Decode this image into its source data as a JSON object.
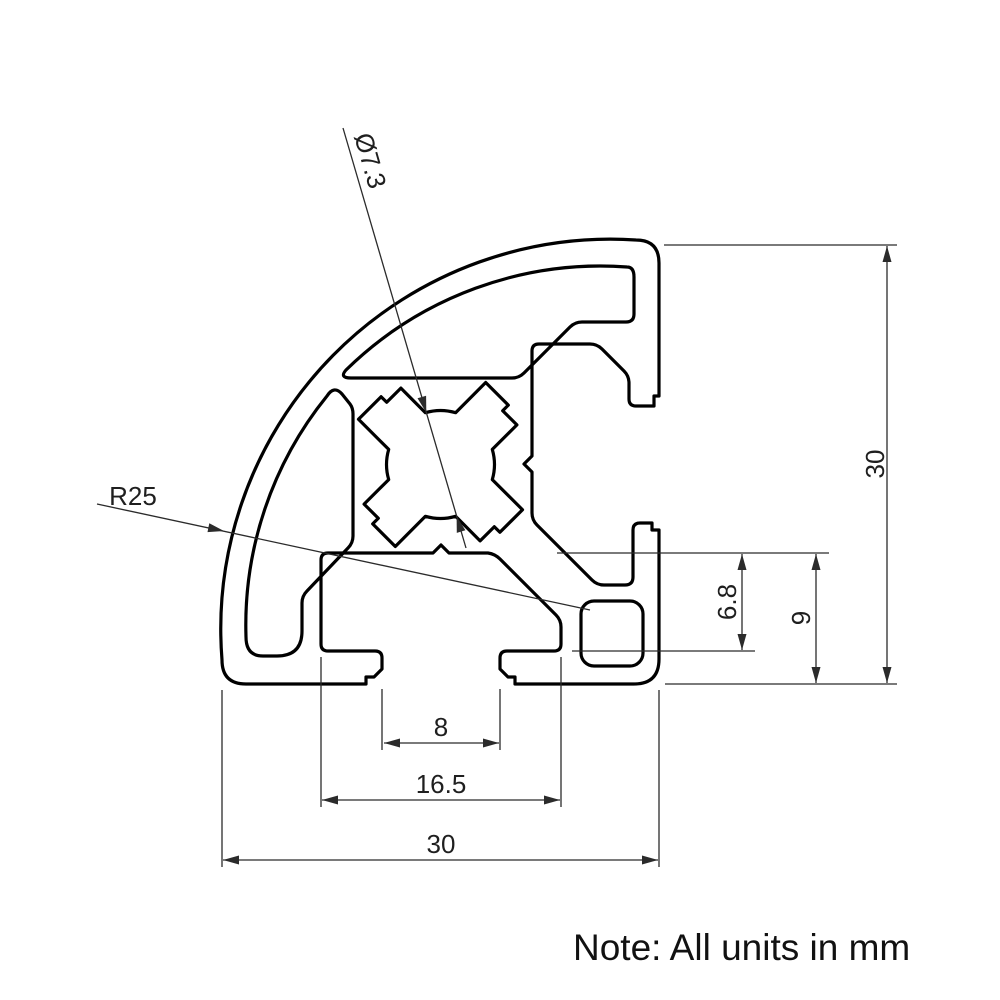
{
  "drawing": {
    "note": "Note: All units in mm",
    "dimensions": {
      "bore_diameter": "Ø7.3",
      "corner_radius": "R25",
      "overall_height": "30",
      "overall_width": "30",
      "slot_lip_depth": "6.8",
      "slot_depth": "9",
      "slot_opening_width": "8",
      "slot_inner_width": "16.5"
    },
    "colors": {
      "profile_line": "#000000",
      "dimension_line": "#2b2b2b",
      "background": "#ffffff"
    }
  }
}
